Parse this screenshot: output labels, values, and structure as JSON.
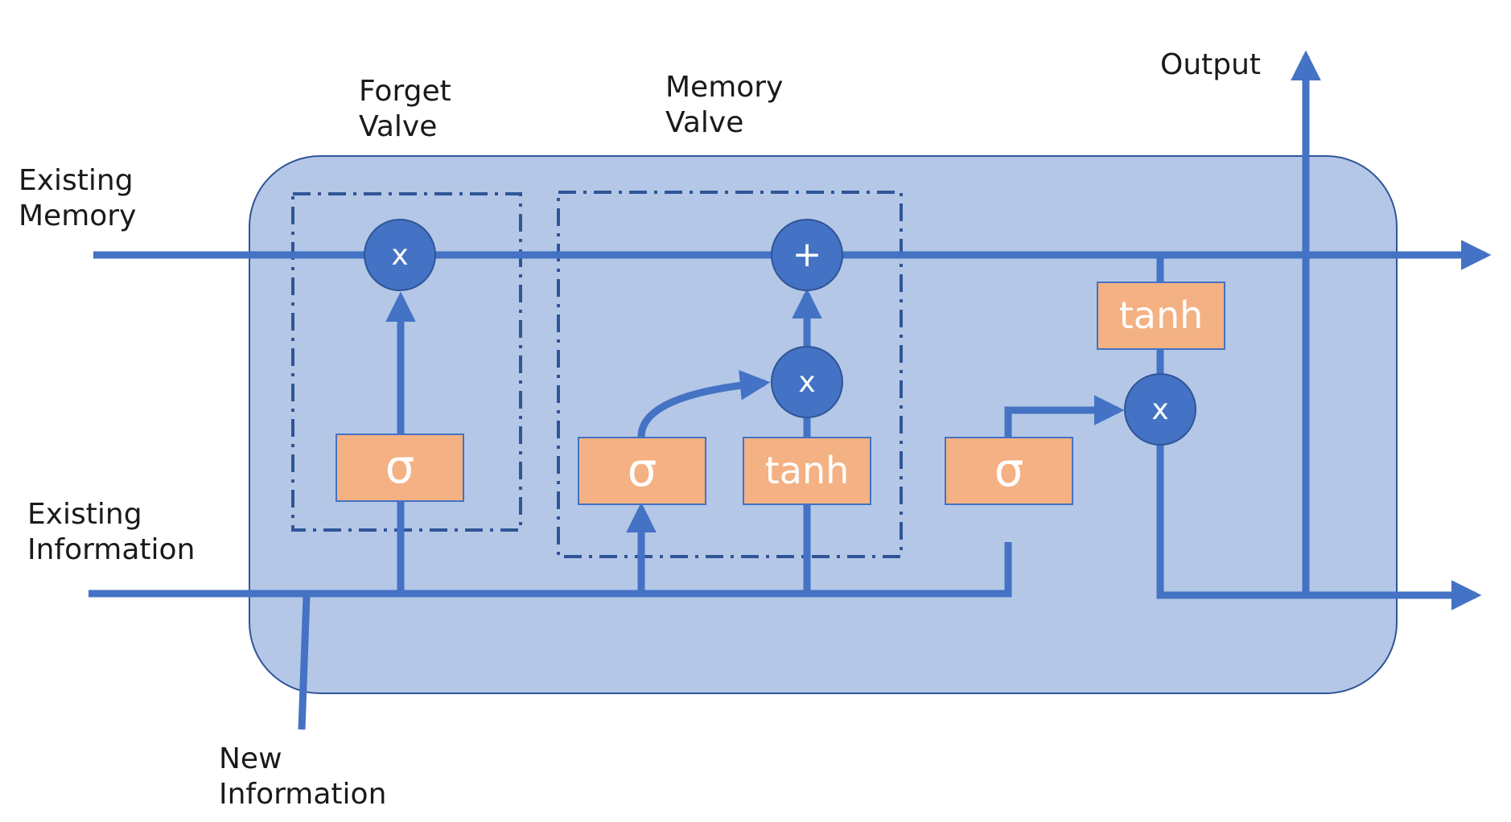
{
  "labels": {
    "existing_memory": [
      "Existing",
      "Memory"
    ],
    "existing_information": [
      "Existing",
      "Information"
    ],
    "new_information": [
      "New",
      "Information"
    ],
    "forget_valve": [
      "Forget",
      "Valve"
    ],
    "memory_valve": [
      "Memory",
      "Valve"
    ],
    "output": "Output"
  },
  "gates": {
    "forget_sigma": "σ",
    "memory_sigma": "σ",
    "memory_tanh": "tanh",
    "output_sigma": "σ",
    "output_tanh": "tanh"
  },
  "operators": {
    "forget_multiply": "x",
    "memory_add": "+",
    "memory_multiply": "x",
    "output_multiply": "x"
  },
  "colors": {
    "line": "#4472c4",
    "cell_fill": "#b4c7e7",
    "cell_stroke": "#2f5597",
    "gate_fill": "#f4b183",
    "gate_stroke": "#4472c4",
    "operator_fill": "#4472c4",
    "operator_stroke": "#2f5597",
    "valve_border": "#2f5597"
  }
}
